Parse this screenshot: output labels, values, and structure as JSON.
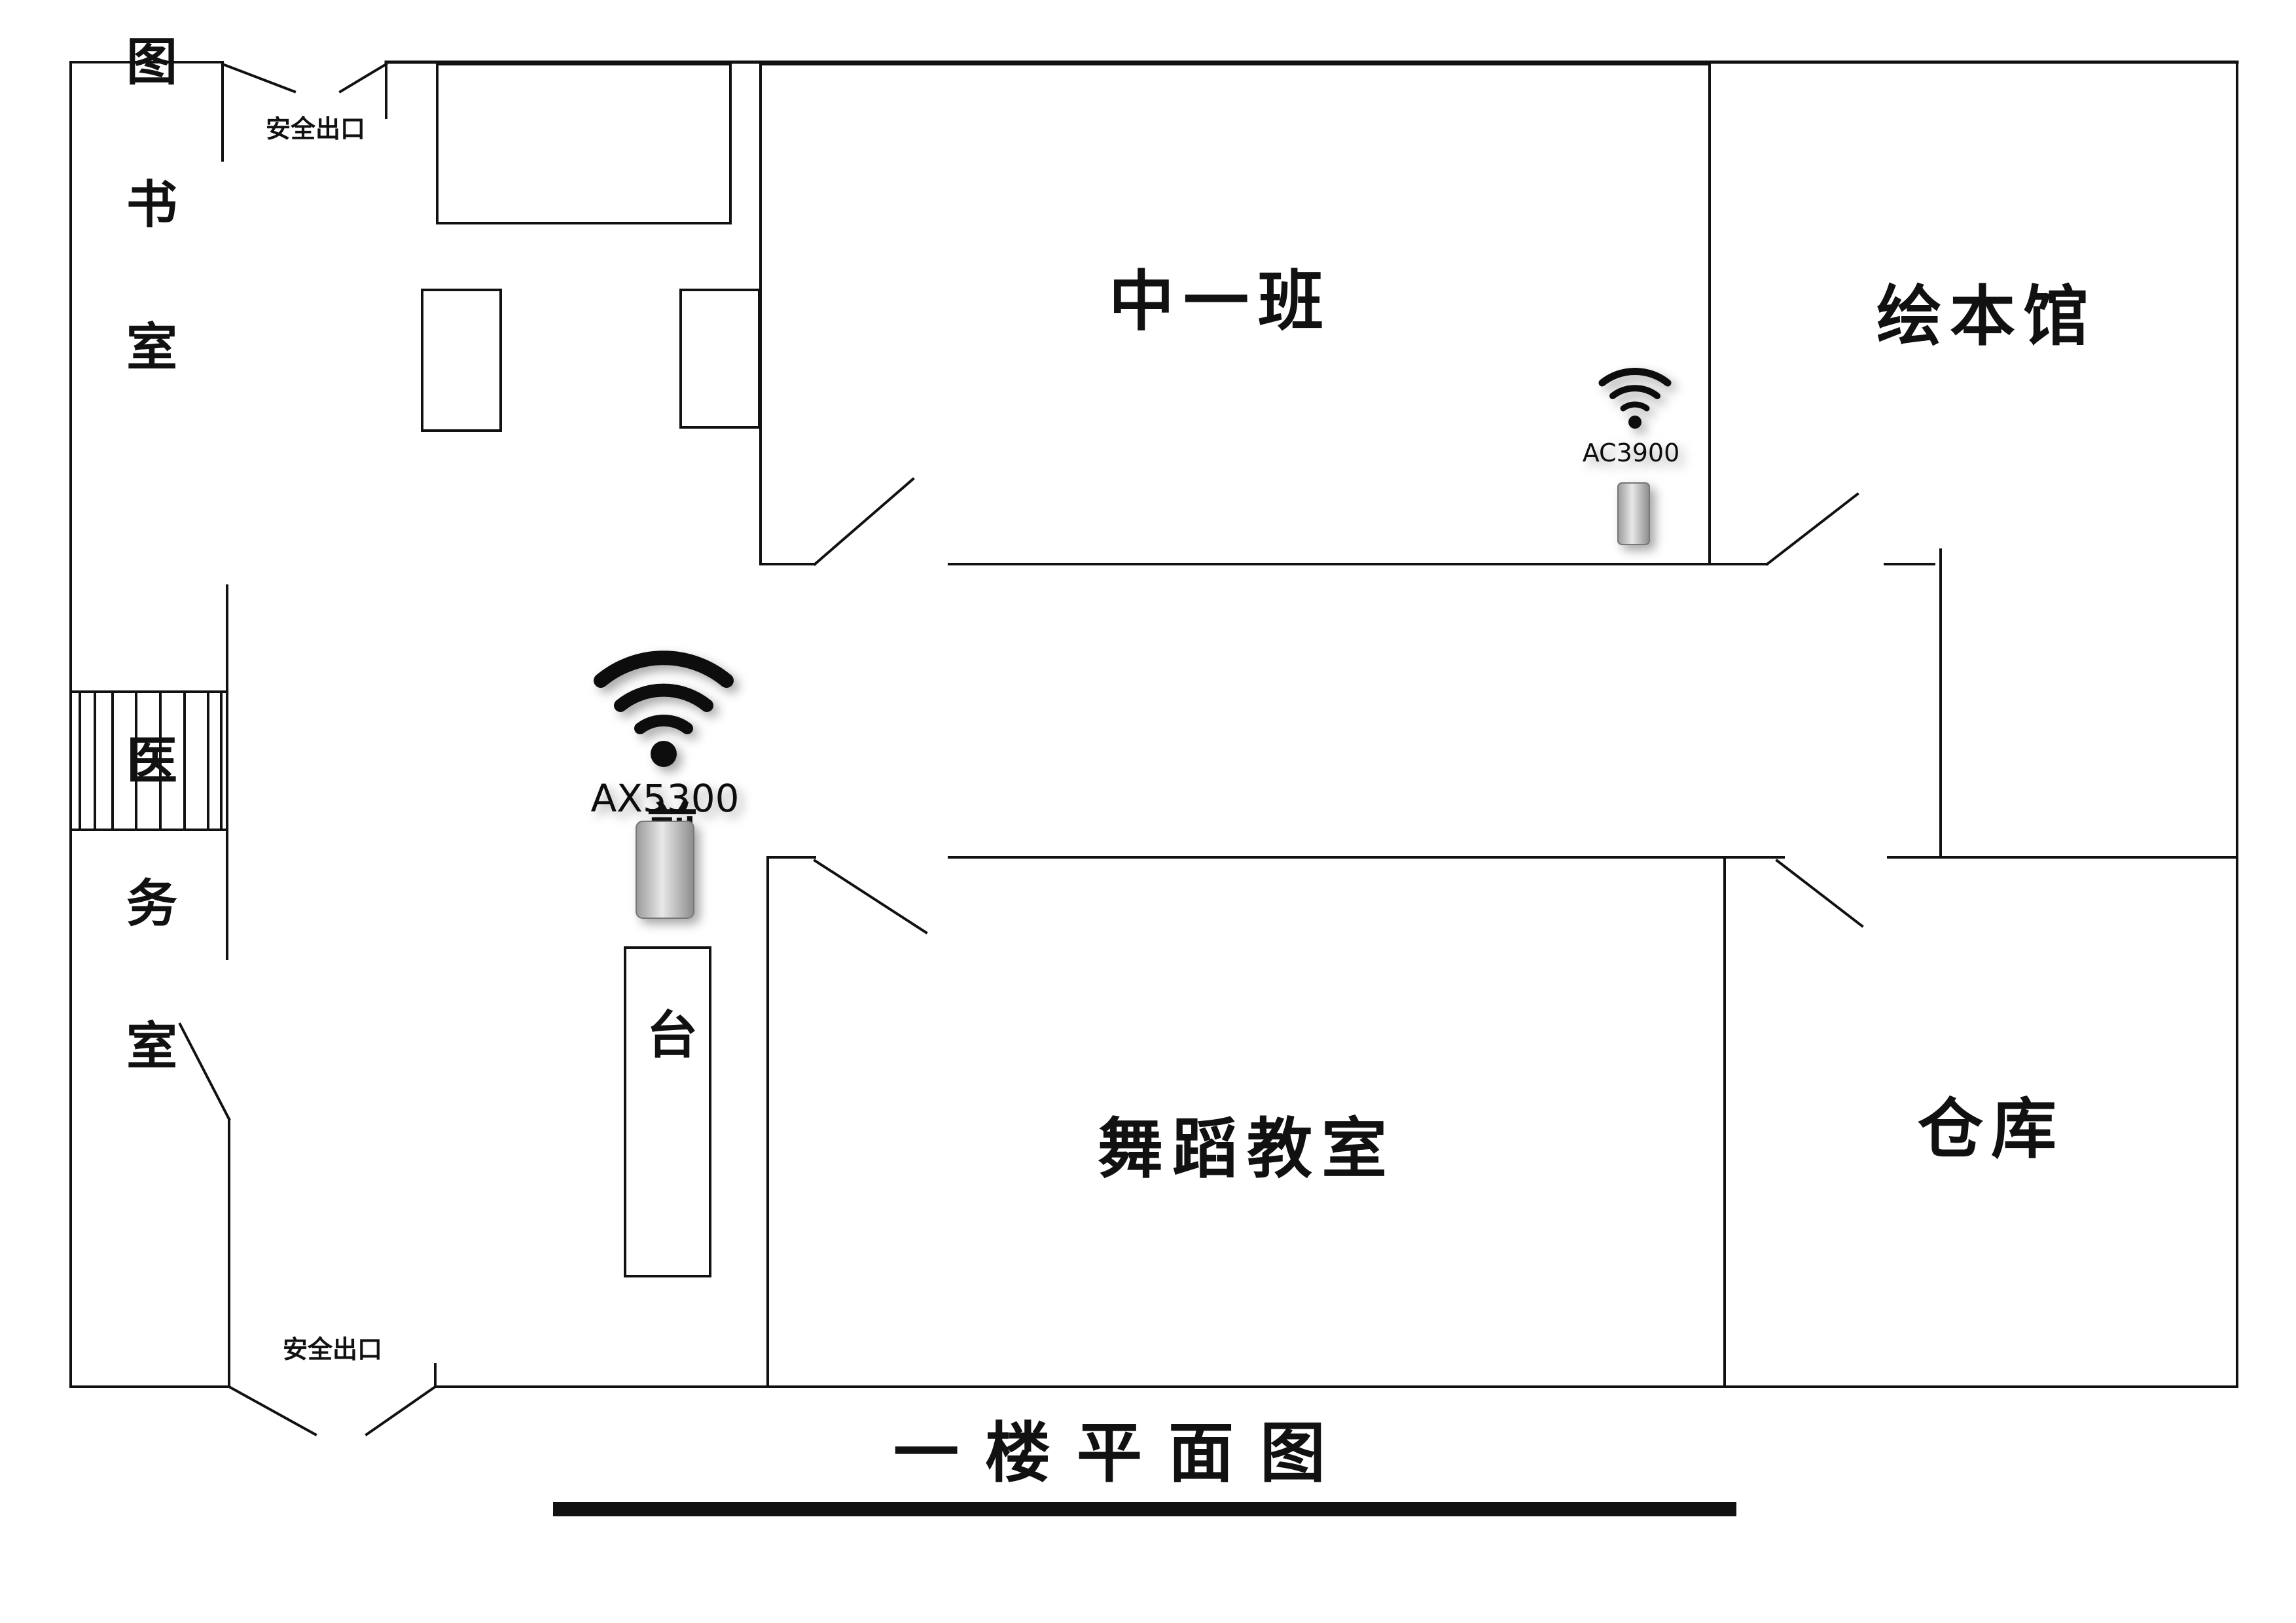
{
  "plan": {
    "title": "一楼平面图",
    "rooms": {
      "library": "图书室",
      "medical": "医务室",
      "class": "中一班",
      "picture_book": "绘本馆",
      "dance": "舞蹈教室",
      "storage": "仓库",
      "front_desk": "前台"
    },
    "exits": {
      "top": "安全出口",
      "bottom": "安全出口"
    },
    "devices": {
      "main_router": "AX5300",
      "node_router": "AC3900"
    }
  },
  "colors": {
    "wall": "#111111",
    "background": "#ffffff",
    "device_body": "#c8c8c8"
  }
}
